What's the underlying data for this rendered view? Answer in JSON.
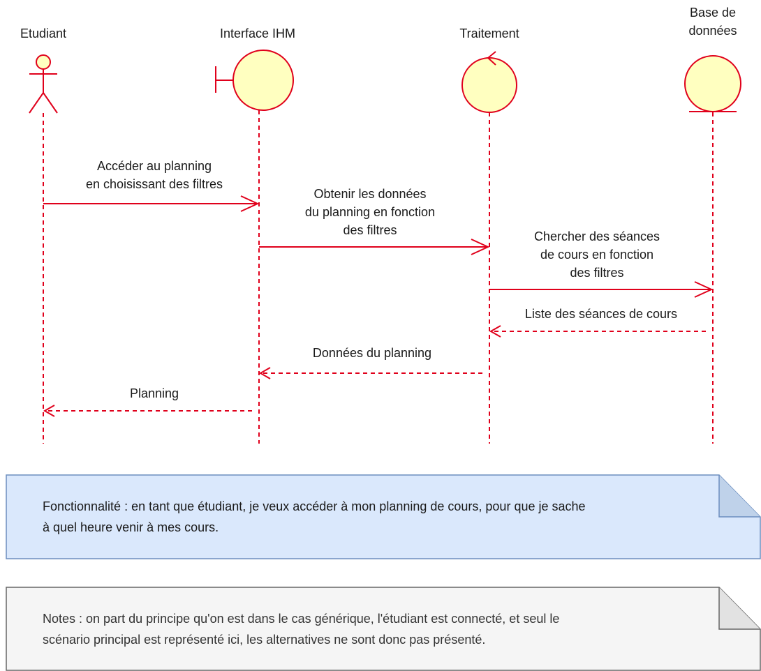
{
  "participants": {
    "student": "Etudiant",
    "ihm": "Interface IHM",
    "processing": "Traitement",
    "database": "Base de\ndonnées"
  },
  "messages": {
    "m1": "Accéder au planning\nen choisissant des filtres",
    "m2": "Obtenir les données\ndu planning en fonction\ndes filtres",
    "m3": "Chercher des séances\nde cours en fonction\ndes filtres",
    "m4": "Liste des séances de cours",
    "m5": "Données du planning",
    "m6": "Planning"
  },
  "notes": {
    "feature": "Fonctionnalité : en tant que étudiant, je veux accéder à mon planning de cours, pour que je sache\nà quel heure venir à mes cours.",
    "remarks": "Notes : on part du principe qu'on est dans le cas générique, l'étudiant est connecté, et seul le\nscénario principal est représenté ici, les alternatives ne sont donc pas présenté."
  },
  "colors": {
    "line": "#e0001b",
    "object_fill": "#ffffc0",
    "note_blue_fill": "#dae8fc",
    "note_blue_stroke": "#6c8ebf",
    "note_grey_fill": "#f5f5f5",
    "note_grey_stroke": "#666666"
  }
}
